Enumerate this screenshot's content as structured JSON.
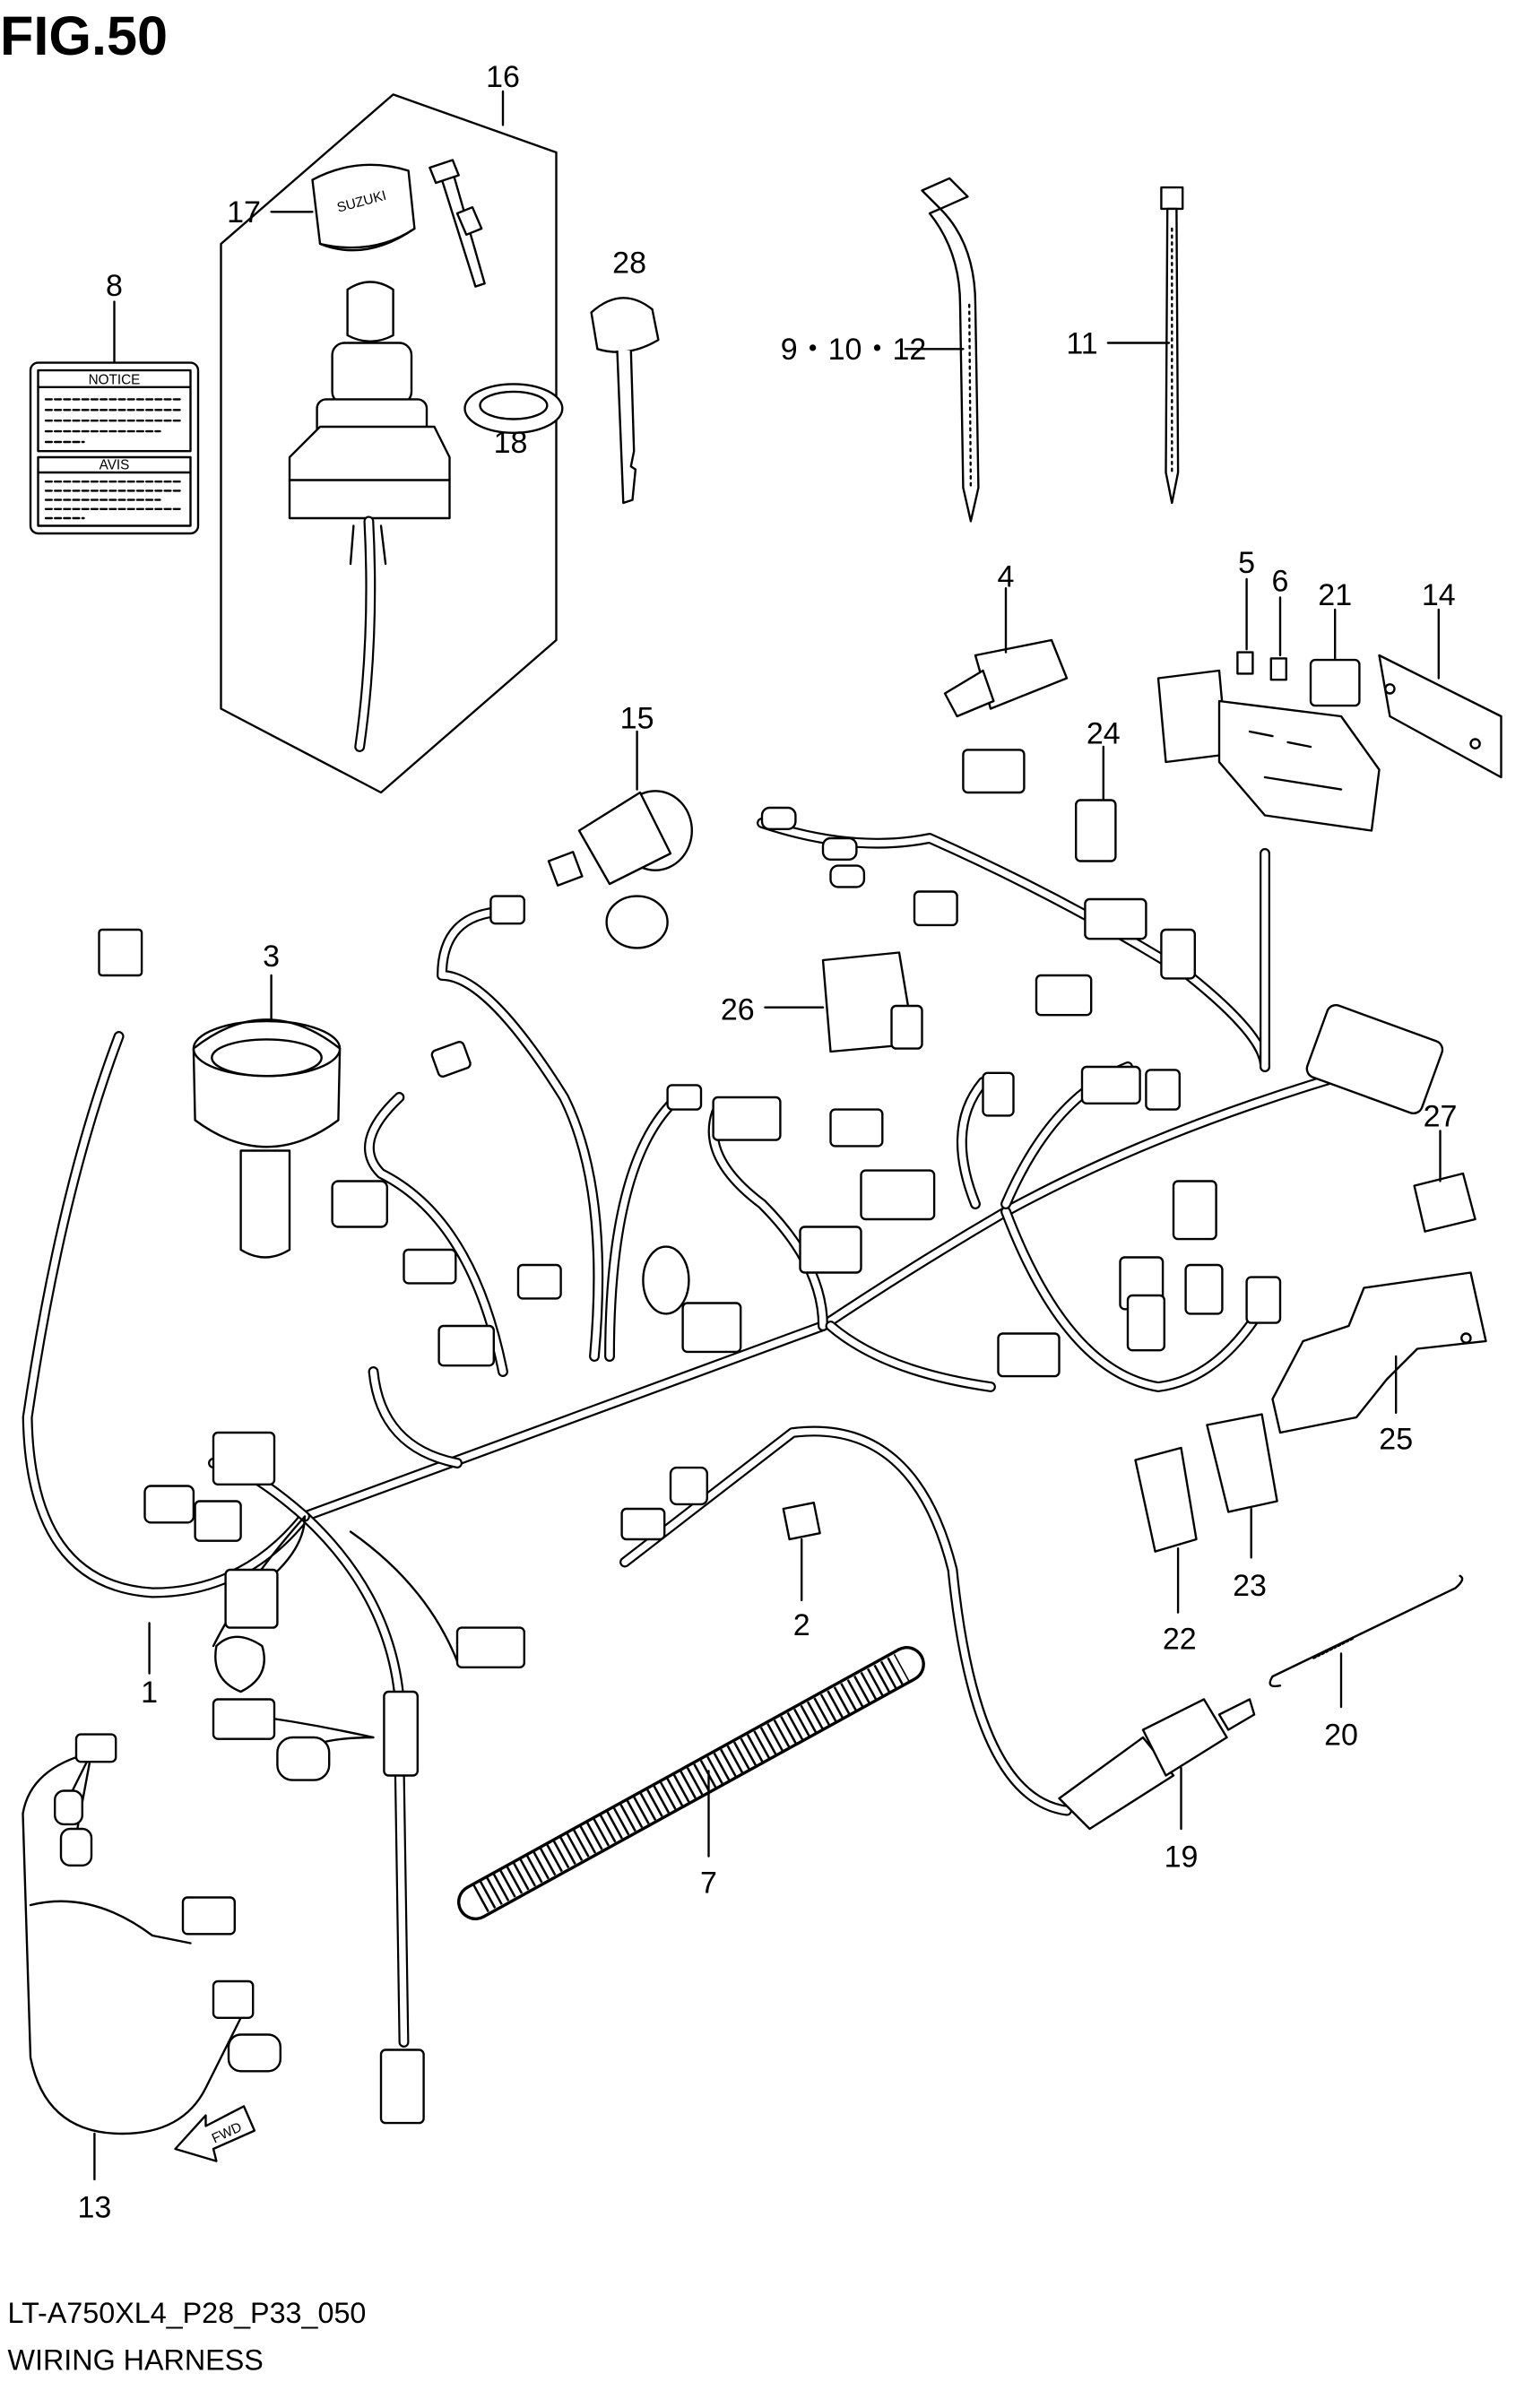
{
  "figure": {
    "title": "FIG.50",
    "code": "LT-A750XL4_P28_P33_050",
    "name": "WIRING HARNESS"
  },
  "label_plate": {
    "top": "NOTICE",
    "bottom": "AVIS"
  },
  "logo_text": "SUZUKI",
  "direction_marker": "FWD",
  "callouts": {
    "c1": "1",
    "c2": "2",
    "c3": "3",
    "c4": "4",
    "c5": "5",
    "c6": "6",
    "c7": "7",
    "c8": "8",
    "c9_10_12": "9・10・12",
    "c11": "11",
    "c13": "13",
    "c14": "14",
    "c15": "15",
    "c16": "16",
    "c17": "17",
    "c18": "18",
    "c19": "19",
    "c20": "20",
    "c21": "21",
    "c22": "22",
    "c23": "23",
    "c24": "24",
    "c25": "25",
    "c26": "26",
    "c27": "27",
    "c28": "28"
  }
}
